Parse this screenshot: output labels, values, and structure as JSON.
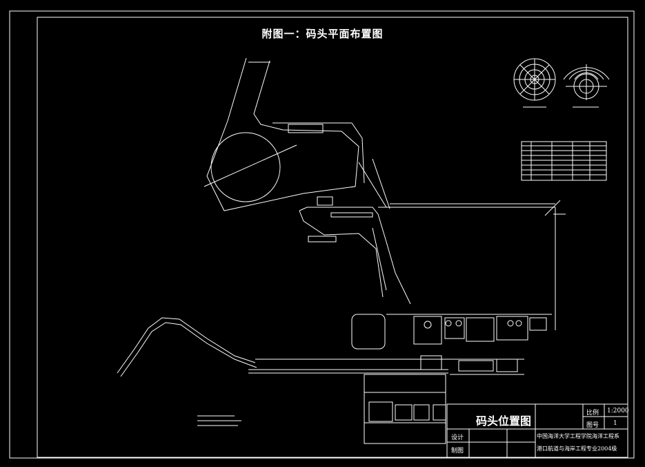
{
  "drawing": {
    "title": "附图一：码头平面布置图"
  },
  "title_block": {
    "name": "码头位置图",
    "scale_label": "比例",
    "scale_value": "1:2000",
    "sheet_label": "图号",
    "sheet_value": "1",
    "design_label": "设计",
    "drawn_label": "制图",
    "org_line1": "中国海洋大学工程学院海洋工程系",
    "org_line2": "港口航道与海岸工程专业2004级"
  },
  "colors": {
    "background": "#000000",
    "line": "#ffffff"
  }
}
